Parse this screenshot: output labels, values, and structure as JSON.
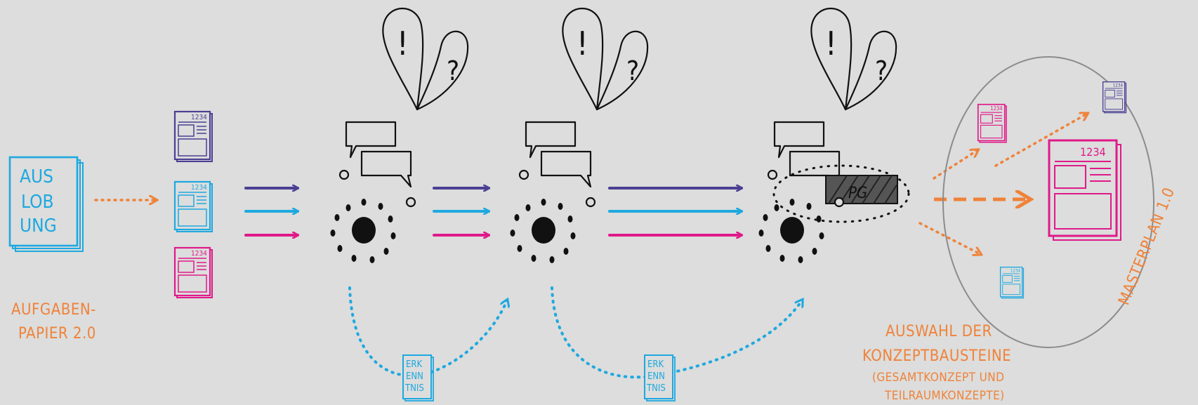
{
  "colors": {
    "background": "#dcdddc",
    "orange": "#f0823a",
    "purple": "#4b3f94",
    "cyan": "#1ea8e0",
    "magenta": "#e0198a",
    "ink": "#111111",
    "ellipse": "#8c8c8c"
  },
  "ausloebung": {
    "lines": [
      "AUS",
      "LOB",
      "UNG"
    ]
  },
  "doc_number": "1234",
  "feedback_doc": {
    "lines": [
      "ERK",
      "ENN",
      "TNIS"
    ]
  },
  "pg_tag": "PG",
  "thought_marks": {
    "exclaim": "!",
    "question": "?"
  },
  "labels": {
    "aufgabenpapier": [
      "AUFGABEN-",
      "PAPIER 2.0"
    ],
    "auswahl": [
      "AUSWAHL DER",
      "KONZEPTBAUSTEINE"
    ],
    "auswahl_sub": [
      "(GESAMTKONZEPT UND",
      "TEILRAUMKONZEPTE)"
    ],
    "masterplan": "MASTERPLAN 1.0"
  },
  "workshops": [
    {
      "id": "workshop-1",
      "has_pg_tag": false
    },
    {
      "id": "workshop-2",
      "has_pg_tag": false
    },
    {
      "id": "workshop-3",
      "has_pg_tag": true
    }
  ]
}
